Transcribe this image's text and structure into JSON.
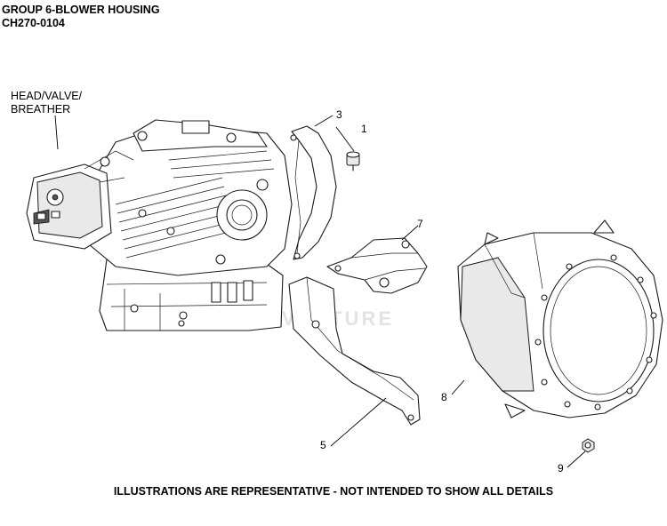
{
  "header": {
    "title": "GROUP 6-BLOWER HOUSING",
    "model": "CH270-0104"
  },
  "callouts": {
    "head_valve_breather": [
      "HEAD/VALVE/",
      "BREATHER"
    ],
    "part_1": "1",
    "part_3": "3",
    "part_5": "5",
    "part_7": "7",
    "part_8": "8",
    "part_9": "9"
  },
  "watermark": "LEADVENTURE",
  "footer": "ILLUSTRATIONS ARE REPRESENTATIVE - NOT INTENDED TO SHOW ALL DETAILS"
}
